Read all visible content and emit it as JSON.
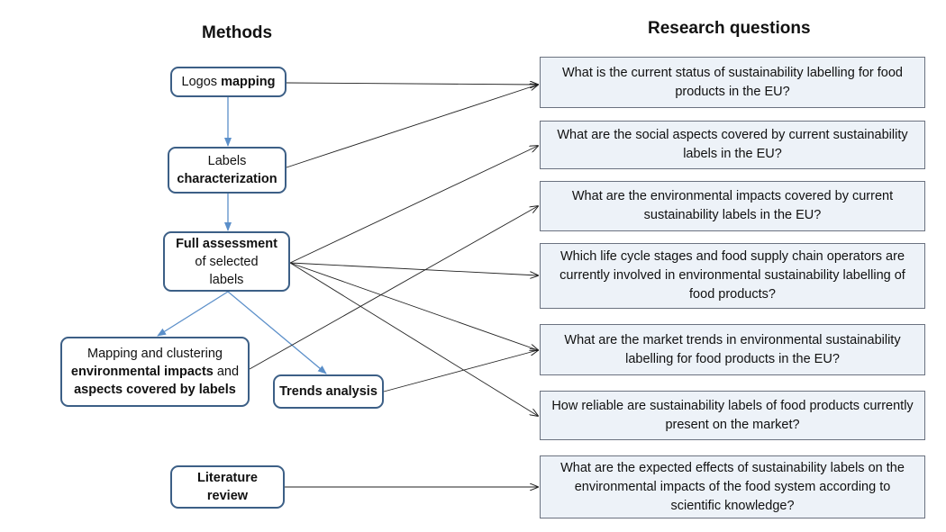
{
  "headers": {
    "methods": "Methods",
    "questions": "Research questions"
  },
  "methods": {
    "logos": {
      "part1": "Logos ",
      "part2": "mapping"
    },
    "labels": {
      "line1": "Labels",
      "line2": "characterization"
    },
    "full": {
      "line1": "Full assessment",
      "line2": "of selected",
      "line3": "labels"
    },
    "mapping": {
      "line1": "Mapping and clustering",
      "line2_bold": "environmental impacts",
      "line2_rest": " and",
      "line3": "aspects covered by labels"
    },
    "trends": "Trends analysis",
    "literature": {
      "line1": "Literature",
      "line2": "review"
    }
  },
  "questions": [
    "What is the current status of sustainability labelling for food products in the EU?",
    "What are the social aspects covered by current sustainability labels in the EU?",
    "What are the environmental impacts covered by current sustainability labels in the EU?",
    "Which life cycle stages and food supply chain operators are currently involved in environmental sustainability labelling of food products?",
    "What are the market trends in environmental sustainability labelling for food products in the EU?",
    "How reliable are sustainability labels of food products currently present on the market?",
    "What are the expected effects of sustainability labels on the environmental impacts of the food system according to scientific knowledge?"
  ],
  "colors": {
    "method_border": "#3c5f86",
    "question_fill": "#edf2f8",
    "flow_arrow": "#5b8fc9",
    "link_arrow": "#222222"
  }
}
